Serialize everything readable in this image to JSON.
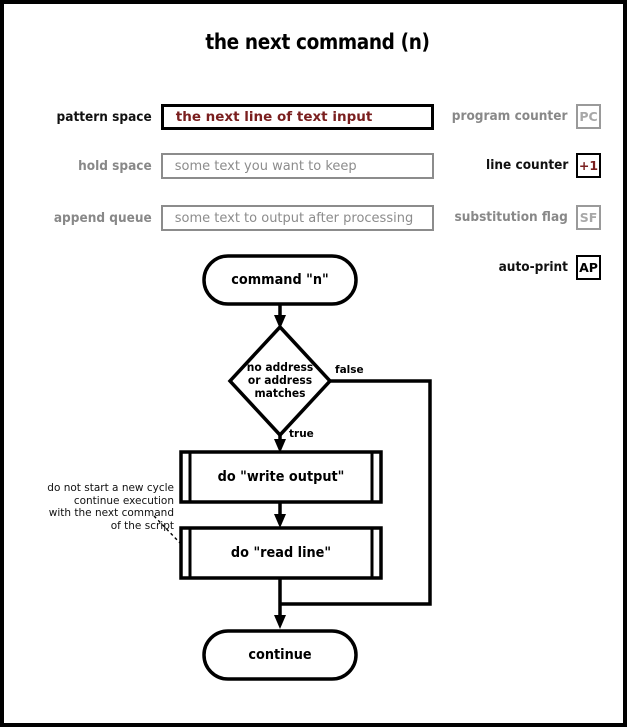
{
  "title": "the next command (n)",
  "registers": [
    {
      "label": "pattern space",
      "value": "the next line of text input",
      "active": true,
      "name": "pattern-space"
    },
    {
      "label": "hold space",
      "value": "some text you want to keep",
      "active": false,
      "name": "hold-space"
    },
    {
      "label": "append queue",
      "value": "some text to output after processing",
      "active": false,
      "name": "append-queue"
    }
  ],
  "flags": [
    {
      "label": "program counter",
      "badge": "PC",
      "active": false,
      "red": false,
      "name": "program-counter"
    },
    {
      "label": "line counter",
      "badge": "+1",
      "active": true,
      "red": true,
      "name": "line-counter"
    },
    {
      "label": "substitution flag",
      "badge": "SF",
      "active": false,
      "red": false,
      "name": "substitution-flag"
    },
    {
      "label": "auto-print",
      "badge": "AP",
      "active": true,
      "red": false,
      "name": "auto-print"
    }
  ],
  "flowchart": {
    "start_node": "command \"n\"",
    "decision": "no address\nor address\nmatches",
    "decision_line1": "no address",
    "decision_line2": "or address",
    "decision_line3": "matches",
    "label_true": "true",
    "label_false": "false",
    "process_1": "do \"write output\"",
    "process_2": "do \"read line\"",
    "end_node": "continue",
    "annotation_line1": "do not start a new cycle",
    "annotation_line2": "continue execution",
    "annotation_line3": "with the next command",
    "annotation_line4": "of the script"
  },
  "colors": {
    "accent_red": "#7a1f1f",
    "inactive_gray": "#8c8c8c",
    "stroke": "#000000"
  }
}
